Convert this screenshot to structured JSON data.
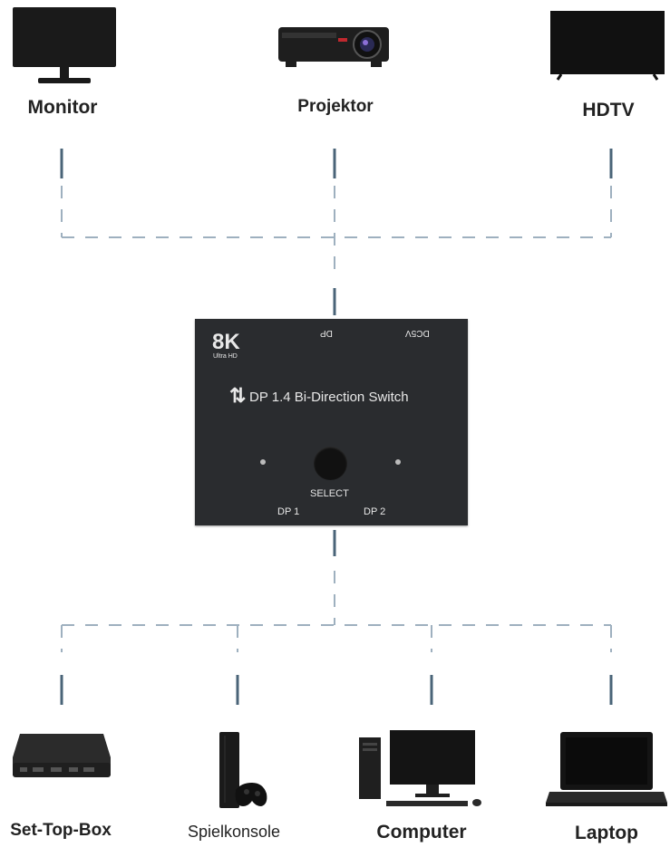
{
  "outputs": [
    {
      "id": "monitor",
      "label": "Monitor"
    },
    {
      "id": "projector",
      "label": "Projektor"
    },
    {
      "id": "hdtv",
      "label": "HDTV"
    }
  ],
  "inputs": [
    {
      "id": "settopbox",
      "label": "Set-Top-Box"
    },
    {
      "id": "console",
      "label": "Spielkonsole"
    },
    {
      "id": "computer",
      "label": "Computer"
    },
    {
      "id": "laptop",
      "label": "Laptop"
    }
  ],
  "switch": {
    "badge": "8K",
    "badge_sub": "Ultra HD",
    "port_dp": "DP",
    "port_power": "DC5V",
    "title": "DP 1.4 Bi-Direction Switch",
    "arrows": "⇅",
    "select_label": "SELECT",
    "dp1_label": "DP 1",
    "dp2_label": "DP 2"
  },
  "colors": {
    "line": "#9eb0bf",
    "line_solid": "#4a6478",
    "device": "#1a1a1a",
    "box": "#2a2c2f"
  }
}
